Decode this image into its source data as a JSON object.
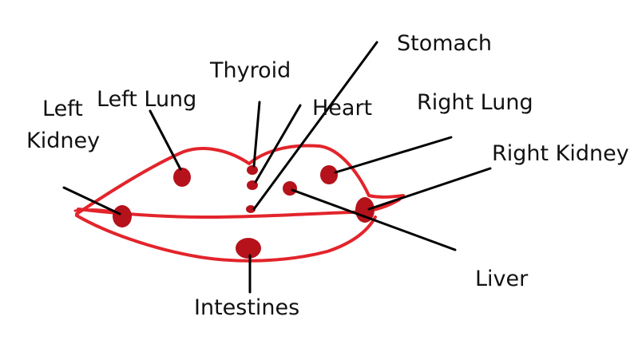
{
  "diagram": {
    "outline_color": "#e3242b",
    "spot_color": "#b5121b",
    "line_color": "#000000",
    "labels": {
      "stomach": "Stomach",
      "thyroid": "Thyroid",
      "left_lung": "Left Lung",
      "heart": "Heart",
      "right_lung": "Right Lung",
      "left": "Left",
      "kidney": "Kidney",
      "right_kidney": "Right Kidney",
      "liver": "Liver",
      "intestines": "Intestines"
    }
  }
}
